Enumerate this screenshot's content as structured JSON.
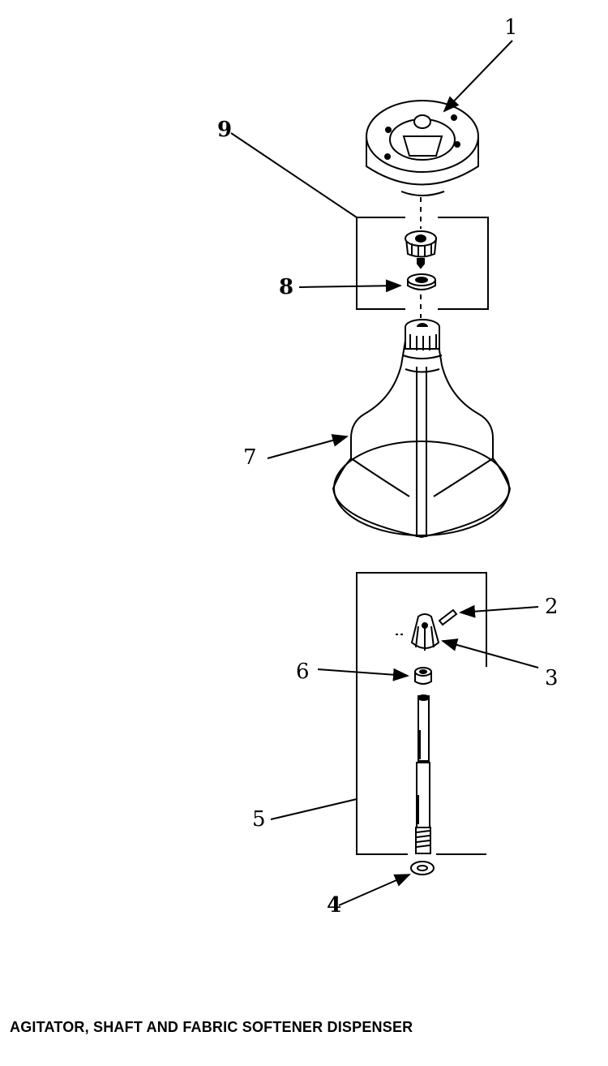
{
  "caption": "AGITATOR, SHAFT AND FABRIC SOFTENER DISPENSER",
  "callouts": {
    "c1": "1",
    "c2": "2",
    "c3": "3",
    "c4": "4",
    "c5": "5",
    "c6": "6",
    "c7": "7",
    "c8": "8",
    "c9": "9"
  }
}
